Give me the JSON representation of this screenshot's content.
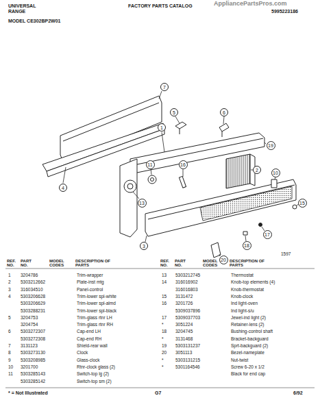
{
  "diagram": {
    "title": "FACTORY PARTS CATALOG",
    "nodes": [
      {
        "text": [
          "7"
        ]
      },
      {
        "text": [
          "5"
        ]
      },
      {
        "text": [
          "6"
        ]
      },
      {
        "text": [
          "1"
        ]
      },
      {
        "text": [
          "19"
        ]
      },
      {
        "text": [
          "4"
        ]
      },
      {
        "text": [
          "2"
        ]
      },
      {
        "text": [
          "10"
        ]
      },
      {
        "text": [
          "11"
        ]
      },
      {
        "text": [
          "16"
        ]
      },
      {
        "text": [
          "13"
        ]
      },
      {
        "text": [
          "15"
        ]
      },
      {
        "text": [
          "3"
        ]
      },
      {
        "text": [
          "17"
        ]
      },
      {
        "text": [
          "18"
        ]
      },
      {
        "text": [
          "20"
        ]
      }
    ],
    "labels": [
      "UNIVERSAL",
      "RANGE",
      "5995223186",
      "AppliancePartsPros.com",
      "MODEL CE302BP2W01",
      "1597",
      "REF. NO.",
      "PART NO.",
      "MODEL CODES",
      "DESCRIPTION OF PARTS",
      "REF. NO.",
      "PART NO.",
      "MODEL CODES",
      "DESCRIPTION OF PARTS",
      "1",
      "3204786",
      "Trim-wrapper",
      "2",
      "5303212662",
      "Plate-inst mtg",
      "3",
      "316034510",
      "Panel-control",
      "4",
      "5303206628",
      "Trim-lower spl-white",
      "5303206629",
      "Trim-lower spl-almd",
      "5303288231",
      "Trim-lower spl-black",
      "5",
      "3204753",
      "Trim-glass rtnr LH",
      "3204754",
      "Trim-glass rtnr RH",
      "6",
      "5303272307",
      "Cap-end LH",
      "5303272308",
      "Cap-end RH",
      "7",
      "3131123",
      "Shield-rear wall",
      "8",
      "5303273130",
      "Clock",
      "9",
      "5303208985",
      "Glass-clock",
      "10",
      "3201700",
      "Rtnr-clock glass (2)",
      "11",
      "5303285143",
      "Switch-top lg (2)",
      "5303285142",
      "Switch-top sm (2)",
      "13",
      "5303212745",
      "Thermostat",
      "14",
      "316016902",
      "Knob-top elements (4)",
      "316016803",
      "Knob-thermostat",
      "15",
      "3131472",
      "Knob-clock",
      "16",
      "3201726",
      "Ind light-oven",
      "5309037896",
      "Ind light-s/u",
      "17",
      "5309037703",
      "Jewel-ind light (2)",
      "*",
      "3051224",
      "Retainer-lens (2)",
      "18",
      "3204745",
      "Bushing-control shaft",
      "*",
      "3131468",
      "Bracket-backguard",
      "19",
      "5303131237",
      "Sprt-backguard (2)",
      "20",
      "3051113",
      "Bezel-nameplate",
      "*",
      "5303131215",
      "Nut-twist",
      "*",
      "5301164546",
      "Screw 6-20 x 1/2",
      "Black for end cap",
      "* = Not Illustrated",
      "G7",
      "6/92"
    ]
  }
}
